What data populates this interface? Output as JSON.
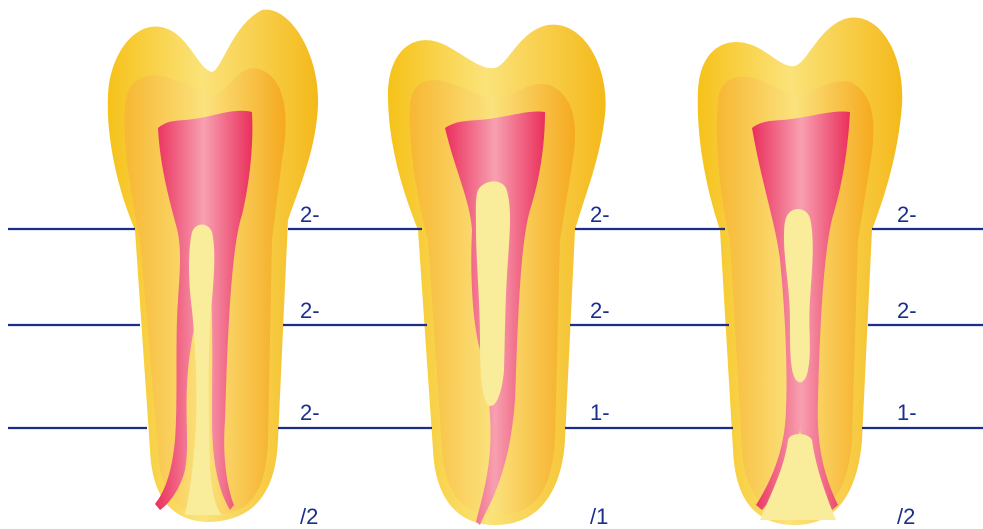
{
  "teeth": [
    {
      "id": "tooth-1",
      "level_labels": [
        "2-",
        "2-",
        "2-"
      ],
      "bottom_label": "/2"
    },
    {
      "id": "tooth-2",
      "level_labels": [
        "2-",
        "2-",
        "1-"
      ],
      "bottom_label": "/1"
    },
    {
      "id": "tooth-3",
      "level_labels": [
        "2-",
        "2-",
        "1-"
      ],
      "bottom_label": "/2"
    }
  ],
  "colors": {
    "line": "#1a2e8c",
    "enamel": "#f7d31a",
    "dentin": "#f6b93b",
    "pulp": "#ee3f6a",
    "root_canal_fill": "#f9ec9a"
  }
}
